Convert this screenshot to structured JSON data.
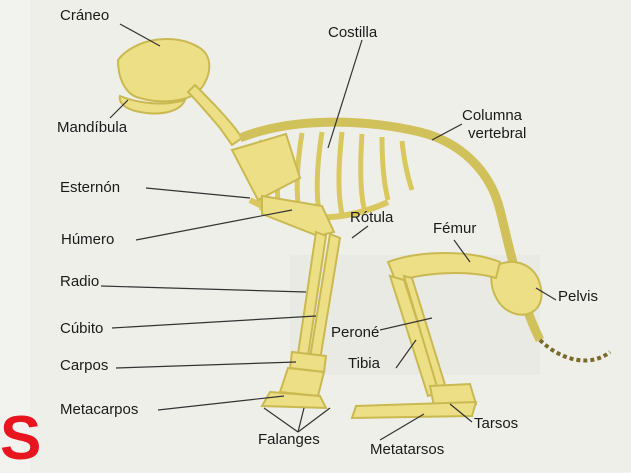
{
  "labels": {
    "craneo": "Cráneo",
    "costilla": "Costilla",
    "mandibula": "Mandíbula",
    "columna_line1": "Columna",
    "columna_line2": "vertebral",
    "esternon": "Esternón",
    "rotula": "Rótula",
    "femur": "Fémur",
    "humero": "Húmero",
    "radio": "Radio",
    "pelvis": "Pelvis",
    "cubito": "Cúbito",
    "perone": "Peroné",
    "carpos": "Carpos",
    "tibia": "Tibia",
    "metacarpos": "Metacarpos",
    "tarsos": "Tarsos",
    "falanges": "Falanges",
    "metatarsos": "Metatarsos"
  },
  "corner_letter": "S",
  "colors": {
    "bone": "#ecdf86",
    "bone_shadow": "#c9b950",
    "background": "#f2f2ee",
    "leader_line": "#333333",
    "corner_letter": "#e8141e"
  }
}
